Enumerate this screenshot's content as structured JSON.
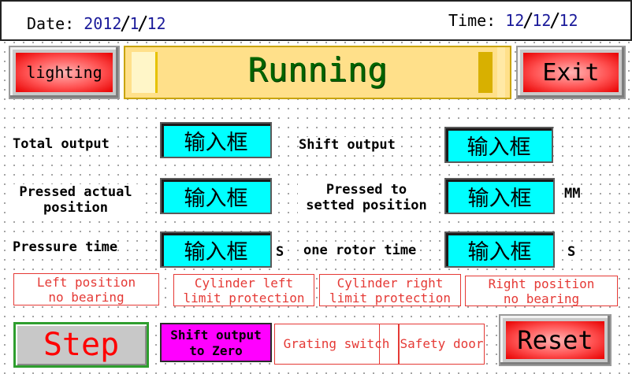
{
  "header": {
    "date_label": "Date:",
    "date_year": "2012",
    "date_month": "1",
    "date_day": "12",
    "time_label": "Time:",
    "time_hour": "12",
    "time_min": "12",
    "time_sec": "12"
  },
  "toolbar": {
    "lighting_label": "lighting",
    "status_title": "Running",
    "exit_label": "Exit"
  },
  "fields": {
    "total_output": {
      "label": "Total output",
      "value": "输入框"
    },
    "shift_output": {
      "label": "Shift output",
      "value": "输入框"
    },
    "pressed_actual": {
      "label_line1": "Pressed actual",
      "label_line2": "position",
      "value": "输入框"
    },
    "pressed_setted": {
      "label_line1": "Pressed to",
      "label_line2": "setted position",
      "value": "输入框",
      "unit": "MM"
    },
    "pressure_time": {
      "label": "Pressure time",
      "value": "输入框",
      "unit": "S"
    },
    "one_rotor_time": {
      "label": "one rotor time",
      "value": "输入框",
      "unit": "S"
    }
  },
  "indicators": {
    "left_position_l1": "Left position",
    "left_position_l2": "no bearing",
    "cyl_left_l1": "Cylinder left",
    "cyl_left_l2": "limit protection",
    "cyl_right_l1": "Cylinder right",
    "cyl_right_l2": "limit protection",
    "right_position_l1": "Right position",
    "right_position_l2": "no bearing",
    "grating_switch": "Grating switch",
    "safety_door": "Safety door"
  },
  "actions": {
    "step": "Step",
    "shift_zero_l1": "Shift output",
    "shift_zero_l2": "to Zero",
    "reset": "Reset"
  },
  "colors": {
    "accent_red": "#ff0000",
    "input_cyan": "#00ffff",
    "banner_yellow": "#ffe08a",
    "title_green": "#006400",
    "zero_magenta": "#ff00ff"
  }
}
